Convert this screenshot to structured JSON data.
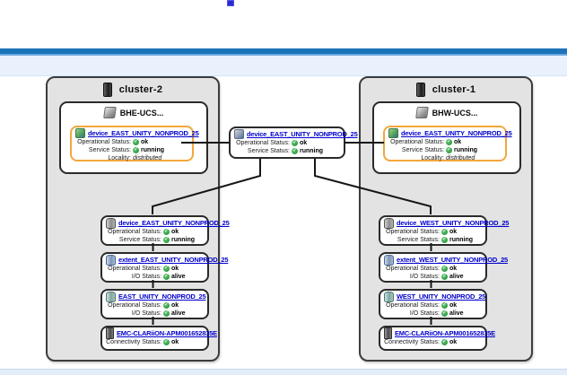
{
  "chrome": {
    "accent_blue": "#1b74ba",
    "band_blue": "#e9f2fc",
    "selection_orange": "#f2a73d",
    "link_blue": "#0202cc",
    "ok_green": "#2f9e41",
    "top_icon": "tiny-app-icon"
  },
  "center_device": {
    "icon": "distributed-device-icon",
    "title": "device_EAST_UNITY_NONPROD_25",
    "rows": [
      {
        "label": "Operational Status:",
        "value": "ok"
      },
      {
        "label": "Service Status:",
        "value": "running"
      }
    ]
  },
  "clusters": [
    {
      "name": "cluster-2",
      "host": {
        "name": "BHE-UCS...",
        "device": {
          "icon": "virtual-volume-device-icon",
          "title": "device_EAST_UNITY_NONPROD_25",
          "rows": [
            {
              "label": "Operational Status:",
              "value": "ok"
            },
            {
              "label": "Service Status:",
              "value": "running"
            }
          ],
          "locality_label": "Locality:",
          "locality_value": "distributed"
        }
      },
      "stack": [
        {
          "icon": "device-cylinder-icon",
          "title": "device_EAST_UNITY_NONPROD_25",
          "rows": [
            {
              "label": "Operational Status:",
              "value": "ok"
            },
            {
              "label": "Service Status:",
              "value": "running"
            }
          ]
        },
        {
          "icon": "extent-icon",
          "title": "extent_EAST_UNITY_NONPROD_25",
          "rows": [
            {
              "label": "Operational Status:",
              "value": "ok"
            },
            {
              "label": "I/O Status:",
              "value": "alive"
            }
          ]
        },
        {
          "icon": "storage-volume-icon",
          "title": "EAST_UNITY_NONPROD_25",
          "rows": [
            {
              "label": "Operational Status:",
              "value": "ok"
            },
            {
              "label": "I/O Status:",
              "value": "alive"
            }
          ]
        },
        {
          "icon": "storage-array-icon",
          "title": "EMC-CLARiiON-APM001652835E",
          "rows": [
            {
              "label": "Connectivity Status:",
              "value": "ok"
            }
          ]
        }
      ]
    },
    {
      "name": "cluster-1",
      "host": {
        "name": "BHW-UCS...",
        "device": {
          "icon": "virtual-volume-device-icon",
          "title": "device_EAST_UNITY_NONPROD_25",
          "rows": [
            {
              "label": "Operational Status:",
              "value": "ok"
            },
            {
              "label": "Service Status:",
              "value": "running"
            }
          ],
          "locality_label": "Locality:",
          "locality_value": "distributed"
        }
      },
      "stack": [
        {
          "icon": "device-cylinder-icon",
          "title": "device_WEST_UNITY_NONPROD_25",
          "rows": [
            {
              "label": "Operational Status:",
              "value": "ok"
            },
            {
              "label": "Service Status:",
              "value": "running"
            }
          ]
        },
        {
          "icon": "extent-icon",
          "title": "extent_WEST_UNITY_NONPROD_25",
          "rows": [
            {
              "label": "Operational Status:",
              "value": "ok"
            },
            {
              "label": "I/O Status:",
              "value": "alive"
            }
          ]
        },
        {
          "icon": "storage-volume-icon",
          "title": "WEST_UNITY_NONPROD_25",
          "rows": [
            {
              "label": "Operational Status:",
              "value": "ok"
            },
            {
              "label": "I/O Status:",
              "value": "alive"
            }
          ]
        },
        {
          "icon": "storage-array-icon",
          "title": "EMC-CLARiiON-APM001652835E",
          "rows": [
            {
              "label": "Connectivity Status:",
              "value": "ok"
            }
          ]
        }
      ]
    }
  ]
}
